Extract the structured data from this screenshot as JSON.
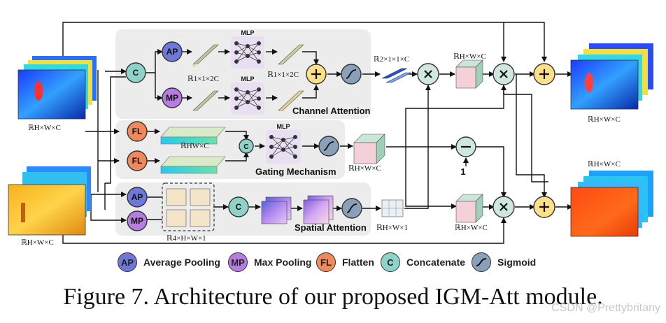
{
  "nodes": {
    "ap": "AP",
    "mp": "MP",
    "fl": "FL",
    "c": "C",
    "mlp": "MLP",
    "one": "1"
  },
  "sections": {
    "channel_attention": "Channel Attention",
    "gating_mechanism": "Gating Mechanism",
    "spatial_attention": "Spatial Attention"
  },
  "dims": {
    "input_top": "ℝH×W×C",
    "input_bottom": "ℝH×W×C",
    "ap_out": "ℝ1×1×2C",
    "mlp_out": "ℝ1×1×2C",
    "channel_weight": "ℝ2×1×1×C",
    "channel_mult_out": "ℝH×W×C",
    "flatten_out": "ℝHW×C",
    "gating_out": "ℝH×W×C",
    "pool_stack": "ℝ4×H×W×1",
    "spatial_out": "ℝH×W×1",
    "bottom_mult_out": "ℝH×W×C",
    "output_top": "ℝH×W×C",
    "output_bottom": "ℝH×W×C"
  },
  "legend": [
    {
      "icon": "AP",
      "label": "Average Pooling",
      "color": "#6f78d8"
    },
    {
      "icon": "MP",
      "label": "Max Pooling",
      "color": "#b67ee0"
    },
    {
      "icon": "FL",
      "label": "Flatten",
      "color": "#f08a5c"
    },
    {
      "icon": "C",
      "label": "Concatenate",
      "color": "#8fd3c8"
    },
    {
      "icon": "",
      "label": "Sigmoid",
      "color": "#8aa0b8"
    }
  ],
  "caption": "Figure 7. Architecture of our proposed IGM-Att module.",
  "watermark": "CSDN @Prettybritany",
  "colors": {
    "ap": "#6f78d8",
    "mp": "#b67ee0",
    "fl": "#f08a5c",
    "concat": "#8fd3c8",
    "sigmoid": "#8aa0b8",
    "plus": "#ffe08a",
    "mult": "#cfe7de",
    "panel": "#ececec"
  }
}
